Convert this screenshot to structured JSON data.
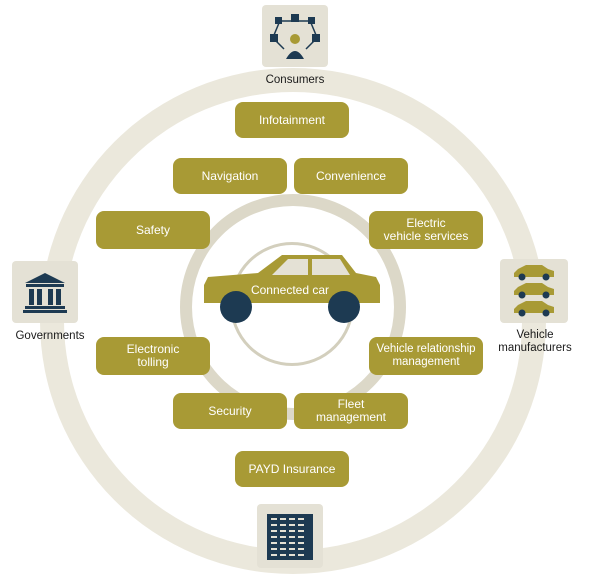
{
  "center": {
    "label": "Connected car"
  },
  "services": {
    "infotainment": "Infotainment",
    "navigation": "Navigation",
    "convenience": "Convenience",
    "safety": "Safety",
    "electric_vehicle_services": [
      "Electric",
      "vehicle services"
    ],
    "electronic_tolling": [
      "Electronic",
      "tolling"
    ],
    "vehicle_relationship_management": [
      "Vehicle relationship",
      "management"
    ],
    "security": "Security",
    "fleet_management": [
      "Fleet",
      "management"
    ],
    "payd_insurance": "PAYD Insurance"
  },
  "stakeholders": {
    "consumers": "Consumers",
    "governments": "Governments",
    "vehicle_manufacturers": [
      "Vehicle",
      "manufacturers"
    ]
  },
  "colors": {
    "accent": "#a89a35",
    "navy": "#1d3a52",
    "ring": "#ebe8dc",
    "icon_bg": "#e4e1d5"
  },
  "icons": {
    "consumers": "people-network-icon",
    "governments": "government-building-icon",
    "vehicle_manufacturers": "cars-stack-icon",
    "bottom": "office-building-icon"
  }
}
